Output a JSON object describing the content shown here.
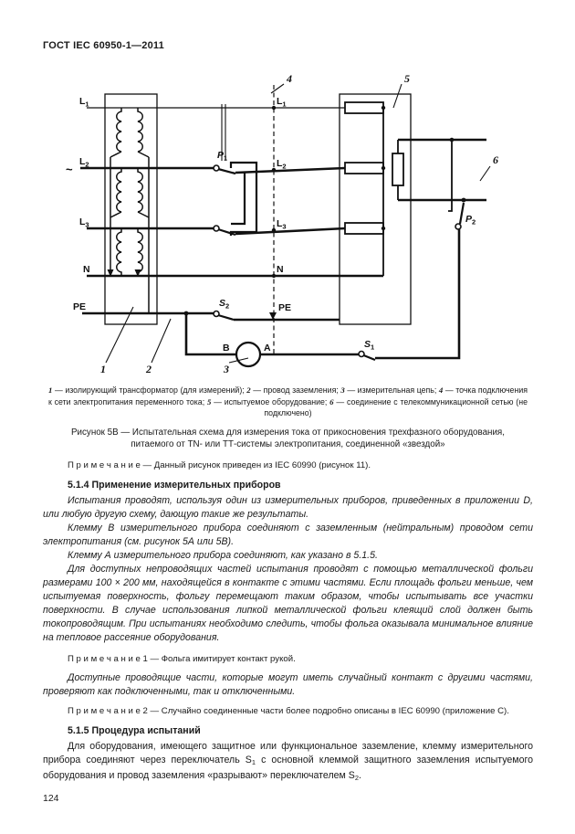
{
  "page": {
    "header": "ГОСТ IEC 60950-1—2011",
    "page_number": "124"
  },
  "figure": {
    "rails": {
      "l": "L",
      "one": "1",
      "two": "2",
      "three": "3",
      "n": "N",
      "pe": "PE",
      "tilde": "~"
    },
    "refs": {
      "n1": "1",
      "n2": "2",
      "n3": "3",
      "n4": "4",
      "n5": "5",
      "n6": "6"
    },
    "sw": {
      "p": "P",
      "s": "S",
      "one": "1",
      "two": "2"
    },
    "meter": {
      "b": "B",
      "a": "A"
    },
    "legend": {
      "items": [
        {
          "num": "1",
          "text": " — изолирующий трансформатор (для измерений); "
        },
        {
          "num": "2",
          "text": " — провод заземления; "
        },
        {
          "num": "3",
          "text": " — измерительная цепь; "
        },
        {
          "num": "4",
          "text": " — точка подключения к сети электропитания переменного тока; "
        },
        {
          "num": "5",
          "text": " — испытуемое оборудование; "
        },
        {
          "num": "6",
          "text": " — соединение с телекоммуникационной сетью (не подключено)"
        }
      ]
    },
    "caption_line1": "Рисунок 5В — Испытательная схема для измерения тока от прикосновения трехфазного оборудования,",
    "caption_line2": "питаемого от TN- или ТТ-системы электропитания, соединенной «звездой»",
    "note": "П р и м е ч а н и е — Данный рисунок приведен из IEC 60990 (рисунок 11)."
  },
  "sec514": {
    "heading": "5.1.4 Применение измерительных приборов",
    "p1": "Испытания проводят, используя один из измерительных приборов, приведенных в приложении D, или любую другую схему, дающую такие же результаты.",
    "p2": "Клемму В измерительного прибора соединяют с заземленным (нейтральным) проводом сети электропитания (см. рисунок 5А или 5В).",
    "p3": "Клемму А измерительного прибора соединяют, как указано в 5.1.5.",
    "p4": "Для доступных непроводящих частей испытания проводят с помощью металлической фольги размерами 100 × 200 мм, находящейся в контакте с этими частями. Если площадь фольги меньше, чем испытуемая поверхность, фольгу перемещают таким образом, чтобы испытывать все участки поверхности. В случае использования липкой металлической фольги клеящий слой должен быть токопроводящим. При испытаниях необходимо следить, чтобы фольга оказывала минимальное влияние на тепловое рассеяние оборудования.",
    "note1": "П р и м е ч а н и е 1 — Фольга имитирует контакт рукой.",
    "p5": "Доступные проводящие части, которые могут иметь случайный контакт с другими частями, проверяют как подключенными, так и отключенными.",
    "note2": "П р и м е ч а н и е  2 — Случайно соединенные части более подробно описаны в IEC 60990 (приложение С)."
  },
  "sec515": {
    "heading": "5.1.5 Процедура испытаний",
    "p1a": "Для оборудования, имеющего защитное или функциональное заземление, клемму измерительного прибора соединяют через переключатель S",
    "p1sub1": "1",
    "p1b": " с основной клеммой защитного заземления испытуемого оборудования и провод заземления «разрывают» переключателем S",
    "p1sub2": "2",
    "p1c": "."
  }
}
